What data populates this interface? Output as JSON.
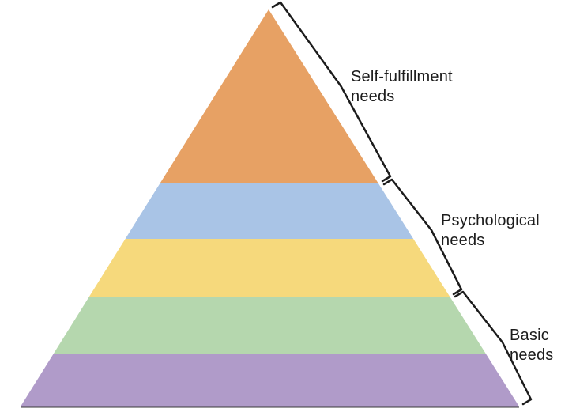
{
  "diagram": {
    "type": "pyramid",
    "outline_color": "#1c1c1c",
    "base_line_color": "#3a3a3a",
    "levels": [
      {
        "color": "#e7a164"
      },
      {
        "color": "#a9c4e6"
      },
      {
        "color": "#f6d97c"
      },
      {
        "color": "#b5d7ae"
      },
      {
        "color": "#b09bc9"
      }
    ],
    "groups": [
      {
        "line1": "Self-fulfillment",
        "line2": "needs"
      },
      {
        "line1": "Psychological",
        "line2": "needs"
      },
      {
        "line1": "Basic",
        "line2": "needs"
      }
    ]
  }
}
